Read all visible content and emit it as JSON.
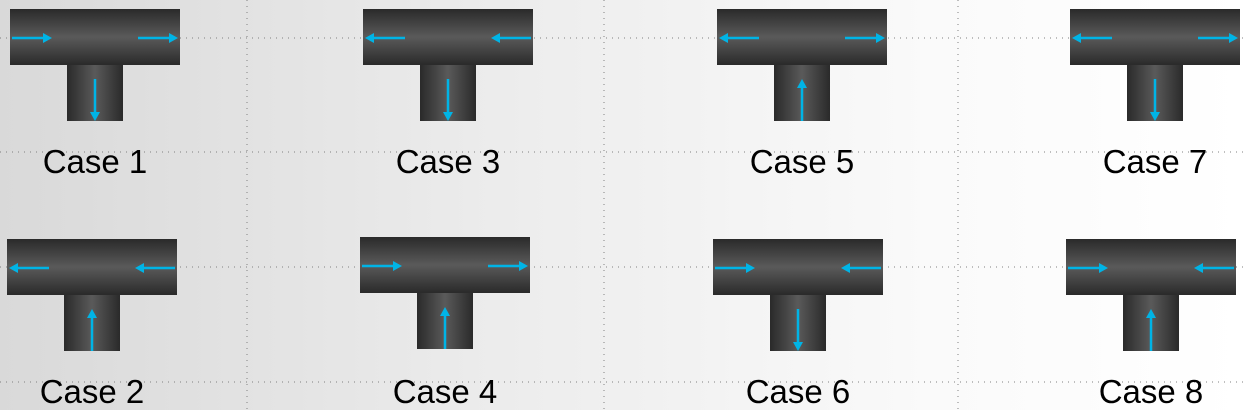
{
  "colors": {
    "pipe_dark": "#2a2a2a",
    "pipe_light": "#5a5a5a",
    "arrow": "#00b4e6",
    "grid_dot": "#808080"
  },
  "cases": [
    {
      "label": "Case 1",
      "left_arrow": "right",
      "right_arrow": "right",
      "stem_arrow": "down"
    },
    {
      "label": "Case 2",
      "left_arrow": "left",
      "right_arrow": "left",
      "stem_arrow": "up"
    },
    {
      "label": "Case 3",
      "left_arrow": "left",
      "right_arrow": "left",
      "stem_arrow": "down"
    },
    {
      "label": "Case 4",
      "left_arrow": "right",
      "right_arrow": "right",
      "stem_arrow": "up"
    },
    {
      "label": "Case 5",
      "left_arrow": "left",
      "right_arrow": "right",
      "stem_arrow": "up"
    },
    {
      "label": "Case 6",
      "left_arrow": "right",
      "right_arrow": "left",
      "stem_arrow": "down"
    },
    {
      "label": "Case 7",
      "left_arrow": "left",
      "right_arrow": "right",
      "stem_arrow": "down"
    },
    {
      "label": "Case 8",
      "left_arrow": "right",
      "right_arrow": "left",
      "stem_arrow": "up"
    }
  ]
}
